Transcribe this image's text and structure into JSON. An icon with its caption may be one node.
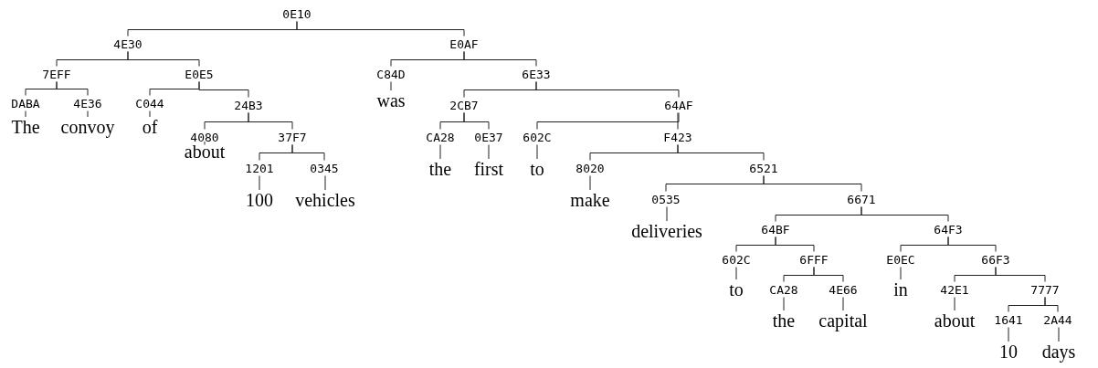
{
  "diagram": {
    "nodes": [
      {
        "text": [
          "0E10"
        ]
      },
      {
        "text": [
          "4E30"
        ]
      },
      {
        "text": [
          "7EFF"
        ]
      },
      {
        "text": [
          "DABA"
        ]
      },
      {
        "text": [
          "The"
        ]
      },
      {
        "text": [
          "4E36"
        ]
      },
      {
        "text": [
          "convoy"
        ]
      },
      {
        "text": [
          "E0E5"
        ]
      },
      {
        "text": [
          "C044"
        ]
      },
      {
        "text": [
          "of"
        ]
      },
      {
        "text": [
          "24B3"
        ]
      },
      {
        "text": [
          "4080"
        ]
      },
      {
        "text": [
          "about"
        ]
      },
      {
        "text": [
          "37F7"
        ]
      },
      {
        "text": [
          "1201"
        ]
      },
      {
        "text": [
          "100"
        ]
      },
      {
        "text": [
          "0345"
        ]
      },
      {
        "text": [
          "vehicles"
        ]
      },
      {
        "text": [
          "E0AF"
        ]
      },
      {
        "text": [
          "C84D"
        ]
      },
      {
        "text": [
          "was"
        ]
      },
      {
        "text": [
          "6E33"
        ]
      },
      {
        "text": [
          "2CB7"
        ]
      },
      {
        "text": [
          "CA28"
        ]
      },
      {
        "text": [
          "the"
        ]
      },
      {
        "text": [
          "0E37"
        ]
      },
      {
        "text": [
          "first"
        ]
      },
      {
        "text": [
          "64AF"
        ]
      },
      {
        "text": [
          "602C"
        ]
      },
      {
        "text": [
          "to"
        ]
      },
      {
        "text": [
          "F423"
        ]
      },
      {
        "text": [
          "8020"
        ]
      },
      {
        "text": [
          "make"
        ]
      },
      {
        "text": [
          "6521"
        ]
      },
      {
        "text": [
          "0535"
        ]
      },
      {
        "text": [
          "deliveries"
        ]
      },
      {
        "text": [
          "6671"
        ]
      },
      {
        "text": [
          "64BF"
        ]
      },
      {
        "text": [
          "602C"
        ]
      },
      {
        "text": [
          "to"
        ]
      },
      {
        "text": [
          "6FFF"
        ]
      },
      {
        "text": [
          "CA28"
        ]
      },
      {
        "text": [
          "the"
        ]
      },
      {
        "text": [
          "4E66"
        ]
      },
      {
        "text": [
          "capital"
        ]
      },
      {
        "text": [
          "64F3"
        ]
      },
      {
        "text": [
          "E0EC"
        ]
      },
      {
        "text": [
          "in"
        ]
      },
      {
        "text": [
          "66F3"
        ]
      },
      {
        "text": [
          "42E1"
        ]
      },
      {
        "text": [
          "about"
        ]
      },
      {
        "text": [
          "7777"
        ]
      },
      {
        "text": [
          "1641"
        ]
      },
      {
        "text": [
          "10"
        ]
      },
      {
        "text": [
          "2A44"
        ]
      },
      {
        "text": [
          "days"
        ]
      }
    ],
    "edges": [
      {
        "from": 0,
        "to": 1,
        "arrow": "none"
      },
      {
        "from": 0,
        "to": 18,
        "arrow": "none"
      },
      {
        "from": 1,
        "to": 2,
        "arrow": "none"
      },
      {
        "from": 1,
        "to": 7,
        "arrow": "none"
      },
      {
        "from": 2,
        "to": 3,
        "arrow": "none"
      },
      {
        "from": 3,
        "to": 4,
        "arrow": "none"
      },
      {
        "from": 2,
        "to": 5,
        "arrow": "none"
      },
      {
        "from": 5,
        "to": 6,
        "arrow": "none"
      },
      {
        "from": 7,
        "to": 8,
        "arrow": "none"
      },
      {
        "from": 8,
        "to": 9,
        "arrow": "none"
      },
      {
        "from": 7,
        "to": 10,
        "arrow": "none"
      },
      {
        "from": 10,
        "to": 11,
        "arrow": "none"
      },
      {
        "from": 11,
        "to": 12,
        "arrow": "none"
      },
      {
        "from": 10,
        "to": 13,
        "arrow": "none"
      },
      {
        "from": 13,
        "to": 14,
        "arrow": "none"
      },
      {
        "from": 14,
        "to": 15,
        "arrow": "none"
      },
      {
        "from": 13,
        "to": 16,
        "arrow": "none"
      },
      {
        "from": 16,
        "to": 17,
        "arrow": "none"
      },
      {
        "from": 18,
        "to": 19,
        "arrow": "none"
      },
      {
        "from": 19,
        "to": 20,
        "arrow": "none"
      },
      {
        "from": 18,
        "to": 21,
        "arrow": "none"
      },
      {
        "from": 21,
        "to": 22,
        "arrow": "none"
      },
      {
        "from": 22,
        "to": 23,
        "arrow": "none"
      },
      {
        "from": 23,
        "to": 24,
        "arrow": "none"
      },
      {
        "from": 22,
        "to": 25,
        "arrow": "none"
      },
      {
        "from": 25,
        "to": 26,
        "arrow": "none"
      },
      {
        "from": 21,
        "to": 27,
        "arrow": "none"
      },
      {
        "from": 27,
        "to": 28,
        "arrow": "none"
      },
      {
        "from": 28,
        "to": 29,
        "arrow": "none"
      },
      {
        "from": 27,
        "to": 30,
        "arrow": "none"
      },
      {
        "from": 30,
        "to": 31,
        "arrow": "none"
      },
      {
        "from": 31,
        "to": 32,
        "arrow": "none"
      },
      {
        "from": 30,
        "to": 33,
        "arrow": "none"
      },
      {
        "from": 33,
        "to": 34,
        "arrow": "none"
      },
      {
        "from": 34,
        "to": 35,
        "arrow": "none"
      },
      {
        "from": 33,
        "to": 36,
        "arrow": "none"
      },
      {
        "from": 36,
        "to": 37,
        "arrow": "none"
      },
      {
        "from": 37,
        "to": 38,
        "arrow": "none"
      },
      {
        "from": 38,
        "to": 39,
        "arrow": "none"
      },
      {
        "from": 37,
        "to": 40,
        "arrow": "none"
      },
      {
        "from": 40,
        "to": 41,
        "arrow": "none"
      },
      {
        "from": 41,
        "to": 42,
        "arrow": "none"
      },
      {
        "from": 40,
        "to": 43,
        "arrow": "none"
      },
      {
        "from": 43,
        "to": 44,
        "arrow": "none"
      },
      {
        "from": 36,
        "to": 45,
        "arrow": "none"
      },
      {
        "from": 45,
        "to": 46,
        "arrow": "none"
      },
      {
        "from": 46,
        "to": 47,
        "arrow": "none"
      },
      {
        "from": 45,
        "to": 48,
        "arrow": "none"
      },
      {
        "from": 48,
        "to": 49,
        "arrow": "none"
      },
      {
        "from": 49,
        "to": 50,
        "arrow": "none"
      },
      {
        "from": 48,
        "to": 51,
        "arrow": "none"
      },
      {
        "from": 51,
        "to": 52,
        "arrow": "none"
      },
      {
        "from": 52,
        "to": 53,
        "arrow": "none"
      },
      {
        "from": 51,
        "to": 54,
        "arrow": "none"
      },
      {
        "from": 54,
        "to": 55,
        "arrow": "none"
      }
    ]
  }
}
